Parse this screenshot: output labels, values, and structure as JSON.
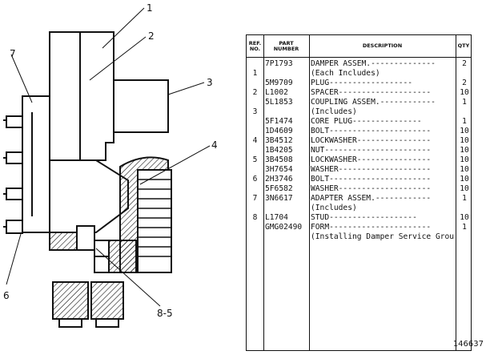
{
  "callouts": [
    "1",
    "2",
    "3",
    "4",
    "7",
    "6",
    "8-5"
  ],
  "table": {
    "headers": {
      "ref": "REF.\nNO.",
      "part": "PART\nNUMBER",
      "description": "DESCRIPTION",
      "qty": "QTY"
    },
    "rows": [
      {
        "ref": "",
        "part": "7P1793",
        "desc": "DAMPER ASSEM.--------------",
        "qty": "2"
      },
      {
        "ref": "1",
        "part": "",
        "desc": "   (Each Includes)",
        "qty": ""
      },
      {
        "ref": "",
        "part": "5M9709",
        "desc": "   PLUG------------------",
        "qty": "2"
      },
      {
        "ref": "2",
        "part": "L1002",
        "desc": "SPACER--------------------",
        "qty": "10"
      },
      {
        "ref": "",
        "part": "5L1853",
        "desc": "COUPLING ASSEM.------------",
        "qty": "1"
      },
      {
        "ref": "3",
        "part": "",
        "desc": "   (Includes)",
        "qty": ""
      },
      {
        "ref": "",
        "part": "5F1474",
        "desc": "   CORE PLUG---------------",
        "qty": "1"
      },
      {
        "ref": "",
        "part": "1D4609",
        "desc": "BOLT----------------------",
        "qty": "10"
      },
      {
        "ref": "4",
        "part": "3B4512",
        "desc": "LOCKWASHER----------------",
        "qty": "10"
      },
      {
        "ref": "",
        "part": "1B4205",
        "desc": "NUT-----------------------",
        "qty": "10"
      },
      {
        "ref": "5",
        "part": "3B4508",
        "desc": "LOCKWASHER----------------",
        "qty": "10"
      },
      {
        "ref": "",
        "part": "3H7654",
        "desc": "WASHER--------------------",
        "qty": "10"
      },
      {
        "ref": "6",
        "part": "2H3746",
        "desc": "BOLT----------------------",
        "qty": "10"
      },
      {
        "ref": "",
        "part": "5F6582",
        "desc": "WASHER--------------------",
        "qty": "10"
      },
      {
        "ref": "7",
        "part": "3N6617",
        "desc": "ADAPTER ASSEM.------------",
        "qty": "1"
      },
      {
        "ref": "",
        "part": "",
        "desc": "   (Includes)",
        "qty": ""
      },
      {
        "ref": "8",
        "part": "L1704",
        "desc": "   STUD-------------------",
        "qty": "10"
      },
      {
        "ref": "",
        "part": "GMG02490",
        "desc": "FORM----------------------",
        "qty": "1"
      },
      {
        "ref": "",
        "part": "",
        "desc": "(Installing Damper Service Group)",
        "qty": ""
      }
    ]
  },
  "figure_number": "146637"
}
